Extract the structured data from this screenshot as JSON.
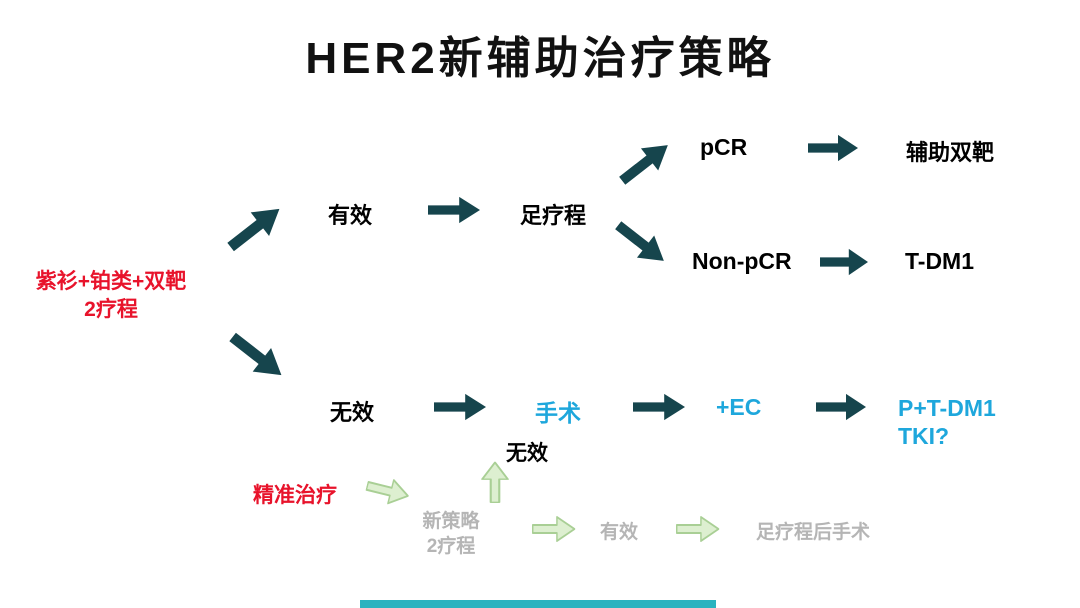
{
  "title": "HER2新辅助治疗策略",
  "colors": {
    "dark_teal": "#16454d",
    "red": "#e8132b",
    "cyan": "#1ea7dc",
    "gray": "#b5b5b5",
    "green_fill": "#ddefd0",
    "green_stroke": "#a9cf95",
    "bottom_bar": "#2ab3bf"
  },
  "diagram": {
    "start": {
      "line1": "紫衫+铂类+双靶",
      "line2": "2疗程"
    },
    "upper_path": {
      "effective": "有效",
      "full_course": "足疗程",
      "pcr": "pCR",
      "adjuvant_dual_target": "辅助双靶",
      "non_pcr": "Non-pCR",
      "t_dm1": "T-DM1"
    },
    "lower_path": {
      "ineffective": "无效",
      "surgery": "手术",
      "surgery_note_ineffective": "无效",
      "plus_ec": "+EC",
      "outcome_line1": "P+T-DM1",
      "outcome_line2": "TKI?"
    },
    "precision_path": {
      "label": "精准治疗",
      "new_strategy_line1": "新策略",
      "new_strategy_line2": "2疗程",
      "effective": "有效",
      "full_course_surgery": "足疗程后手术"
    }
  }
}
